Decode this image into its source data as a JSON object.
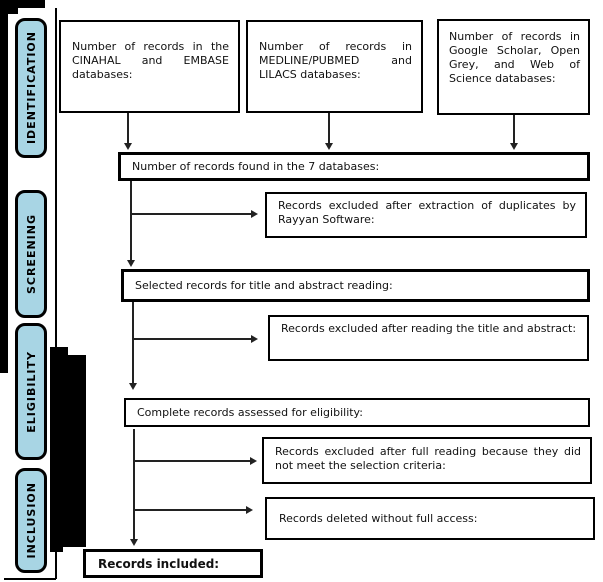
{
  "sidebar": {
    "stages": [
      {
        "label": "IDENTIFICATION"
      },
      {
        "label": "SCREENING"
      },
      {
        "label": "ELIGIBILITY"
      },
      {
        "label": "INCLUSION"
      }
    ]
  },
  "boxes": {
    "cinahal_embase": "Number of records in the CINAHAL and EMBASE databases:",
    "medline_pubmed": "Number of records in MEDLINE/PUBMED and LILACS databases:",
    "google_scholar": "Number of records in Google Scholar, Open Grey, and Web of Science databases:",
    "found_total": "Number of records found in the 7 databases:",
    "duplicates_excluded": "Records excluded after extraction of duplicates by Rayyan Software:",
    "selected_title_abstract": "Selected records for title and abstract reading:",
    "excluded_title_abstract": "Records excluded after reading the title and abstract:",
    "assessed_eligibility": "Complete records assessed for eligibility:",
    "excluded_full_reading": "Records excluded after full reading because they did not meet the selection criteria:",
    "deleted_no_access": "Records deleted without full access:",
    "included": "Records included:"
  },
  "colors": {
    "stage_fill": "#a8d5e4",
    "border": "#000000",
    "arrow": "#222222"
  }
}
